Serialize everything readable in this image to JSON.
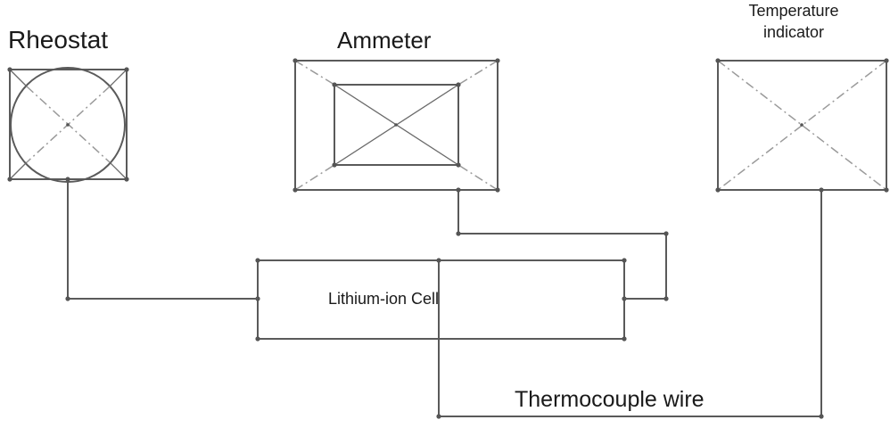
{
  "labels": {
    "rheostat": "Rheostat",
    "ammeter": "Ammeter",
    "temperature_line1": "Temperature",
    "temperature_line2": "indicator",
    "cell": "Lithium-ion Cell",
    "thermocouple": "Thermocouple wire"
  },
  "colors": {
    "line": "#5a5a5a",
    "text": "#1a1a1a",
    "background": "#ffffff"
  }
}
